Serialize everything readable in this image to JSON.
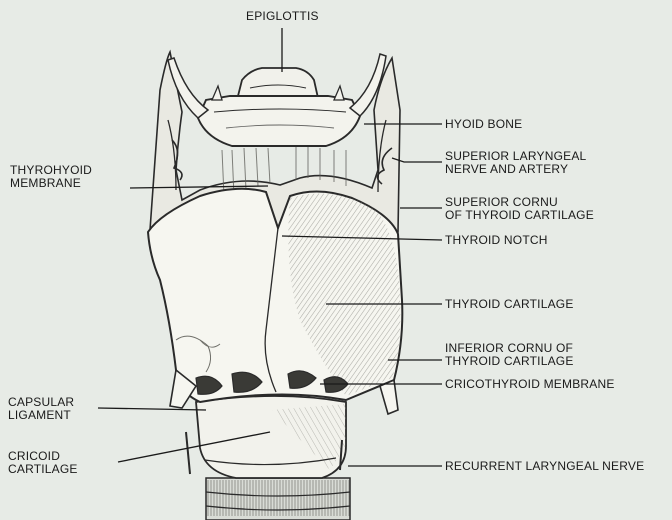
{
  "labels": {
    "epiglottis": "EPIGLOTTIS",
    "hyoid_bone": "HYOID BONE",
    "superior_laryngeal": [
      "SUPERIOR LARYNGEAL",
      "NERVE AND ARTERY"
    ],
    "superior_cornu": [
      "SUPERIOR CORNU",
      "OF THYROID CARTILAGE"
    ],
    "thyroid_notch": "THYROID NOTCH",
    "thyroid_cartilage": "THYROID CARTILAGE",
    "inferior_cornu": [
      "INFERIOR CORNU OF",
      "THYROID CARTILAGE"
    ],
    "cricothyroid_membrane": "CRICOTHYROID MEMBRANE",
    "recurrent_laryngeal_nerve": "RECURRENT LARYNGEAL NERVE",
    "thyrohyoid_membrane": [
      "THYROHYOID",
      "MEMBRANE"
    ],
    "capsular_ligament": [
      "CAPSULAR",
      "LIGAMENT"
    ],
    "cricoid_cartilage": [
      "CRICOID",
      "CARTILAGE"
    ]
  },
  "colors": {
    "background": "#e7ebe6",
    "ink": "#1a1a1a",
    "cartilage_fill": "#f4f4ee",
    "shading": "#8a8a84"
  }
}
